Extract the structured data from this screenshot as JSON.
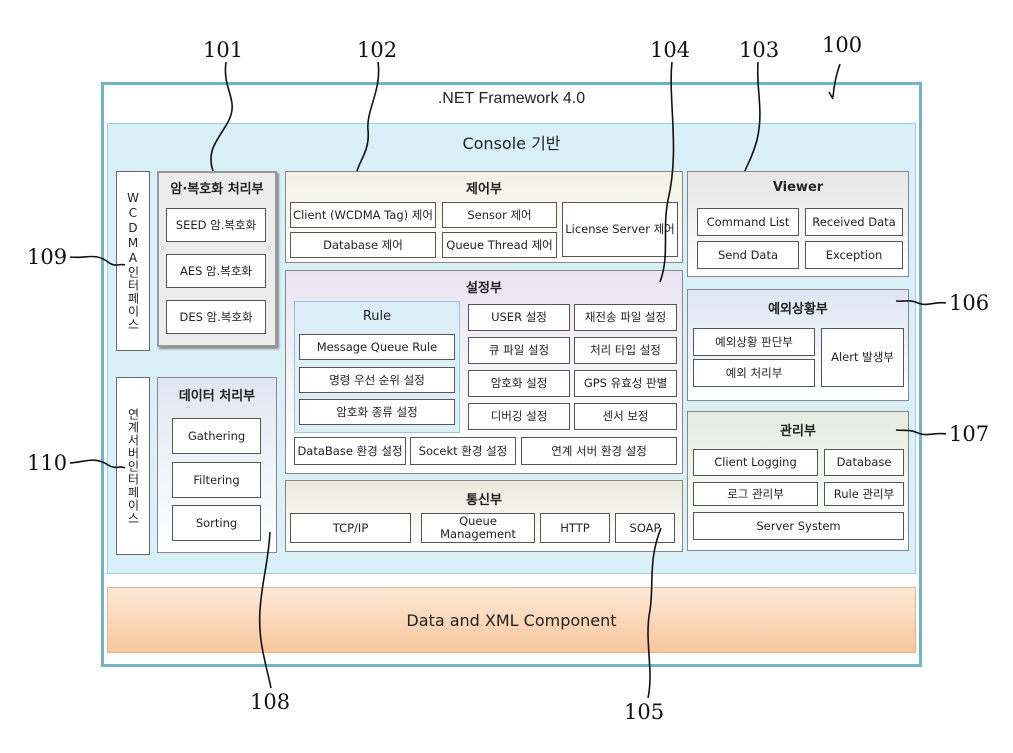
{
  "refs": {
    "r100": "100",
    "r101": "101",
    "r102": "102",
    "r103": "103",
    "r104": "104",
    "r105": "105",
    "r106": "106",
    "r107": "107",
    "r108": "108",
    "r109": "109",
    "r110": "110"
  },
  "framework_title": ".NET Framework 4.0",
  "console_title": "Console 기반",
  "data_component": "Data and XML Component",
  "left_interfaces": {
    "wcdma": "WCDMA인터페이스",
    "server": "연계서버인터페이스"
  },
  "crypto": {
    "title": "암·복호화 처리부",
    "items": [
      "SEED 암.복호화",
      "AES 암.복호화",
      "DES 암.복호화"
    ]
  },
  "data_proc": {
    "title": "데이터 처리부",
    "items": [
      "Gathering",
      "Filtering",
      "Sorting"
    ]
  },
  "control": {
    "title": "제어부",
    "client": "Client (WCDMA Tag) 제어",
    "sensor": "Sensor 제어",
    "license": "License Server 제어",
    "database": "Database 제어",
    "queue": "Queue Thread 제어"
  },
  "settings": {
    "title": "설정부",
    "rule_title": "Rule",
    "rule_items": [
      "Message Queue Rule",
      "명령 우선 순위 설정",
      "암호화 종류 설정"
    ],
    "grid": [
      "USER 설정",
      "재전송 파일 설정",
      "큐 파일 설정",
      "처리 타입 설정",
      "암호화 설정",
      "GPS 유효성 판별",
      "디버깅 설정",
      "센서 보정"
    ],
    "bottom": [
      "DataBase 환경 설정",
      "Socekt 환경 설정",
      "연계 서버 환경 설정"
    ]
  },
  "comm": {
    "title": "통신부",
    "items": [
      "TCP/IP",
      "Queue Management",
      "HTTP",
      "SOAP"
    ]
  },
  "viewer": {
    "title": "Viewer",
    "items": [
      "Command List",
      "Received Data",
      "Send Data",
      "Exception"
    ]
  },
  "exception": {
    "title": "예외상황부",
    "judge": "예외상황 판단부",
    "handle": "예외 처리부",
    "alert": "Alert 발생부"
  },
  "management": {
    "title": "관리부",
    "client_logging": "Client Logging",
    "database": "Database",
    "log_mgmt": "로그 관리부",
    "rule_mgmt": "Rule 관리부",
    "server_system": "Server System"
  }
}
